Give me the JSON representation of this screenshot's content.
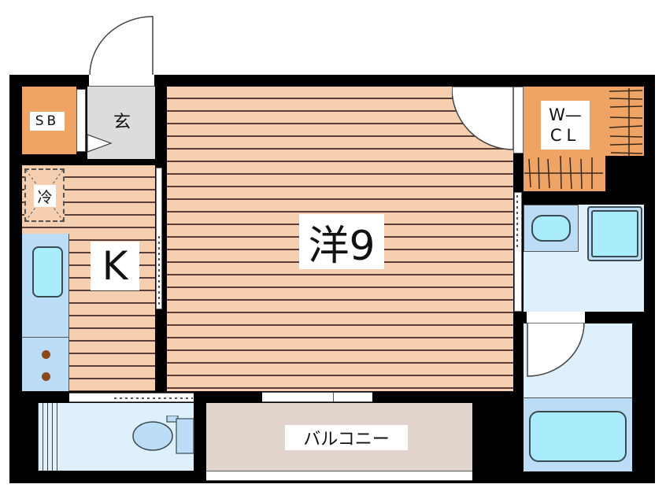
{
  "floor_plan": {
    "rooms": [
      {
        "id": "western-room",
        "label": "洋9",
        "type": "Western-style room",
        "size_jo": 9
      },
      {
        "id": "kitchen",
        "label": "K"
      },
      {
        "id": "entrance",
        "label": "玄"
      },
      {
        "id": "shoe-box",
        "label": "SB"
      },
      {
        "id": "walk-in-closet",
        "label_line1": "W—",
        "label_line2": "CL"
      },
      {
        "id": "refrigerator-space",
        "label": "冷"
      },
      {
        "id": "balcony",
        "label": "バルコニー"
      },
      {
        "id": "washroom"
      },
      {
        "id": "bathroom"
      },
      {
        "id": "toilet"
      }
    ],
    "colors": {
      "wall": "#000000",
      "wood_floor": "#F5CFB0",
      "storage": "#EFA466",
      "entrance_floor": "#DCDCDC",
      "wet_area": "#DDF0FC",
      "fixture": "#A9ECFB",
      "balcony": "#E0D4CC"
    }
  }
}
